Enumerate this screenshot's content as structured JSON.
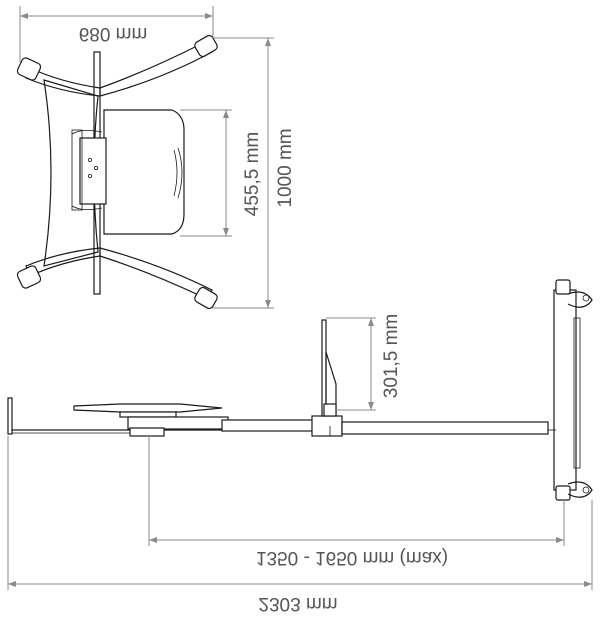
{
  "dimensions": {
    "top_width": "680 mm",
    "platform_depth": "455,5 mm",
    "total_depth": "1000 mm",
    "mast_height": "301,5 mm",
    "arm_reach": "1350 - 1650 mm  (max)",
    "total_length": "2303 mm"
  },
  "colors": {
    "line": "#1a1a1a",
    "dimension_line": "#8a8a8a",
    "label": "#555555",
    "background": "#ffffff"
  }
}
